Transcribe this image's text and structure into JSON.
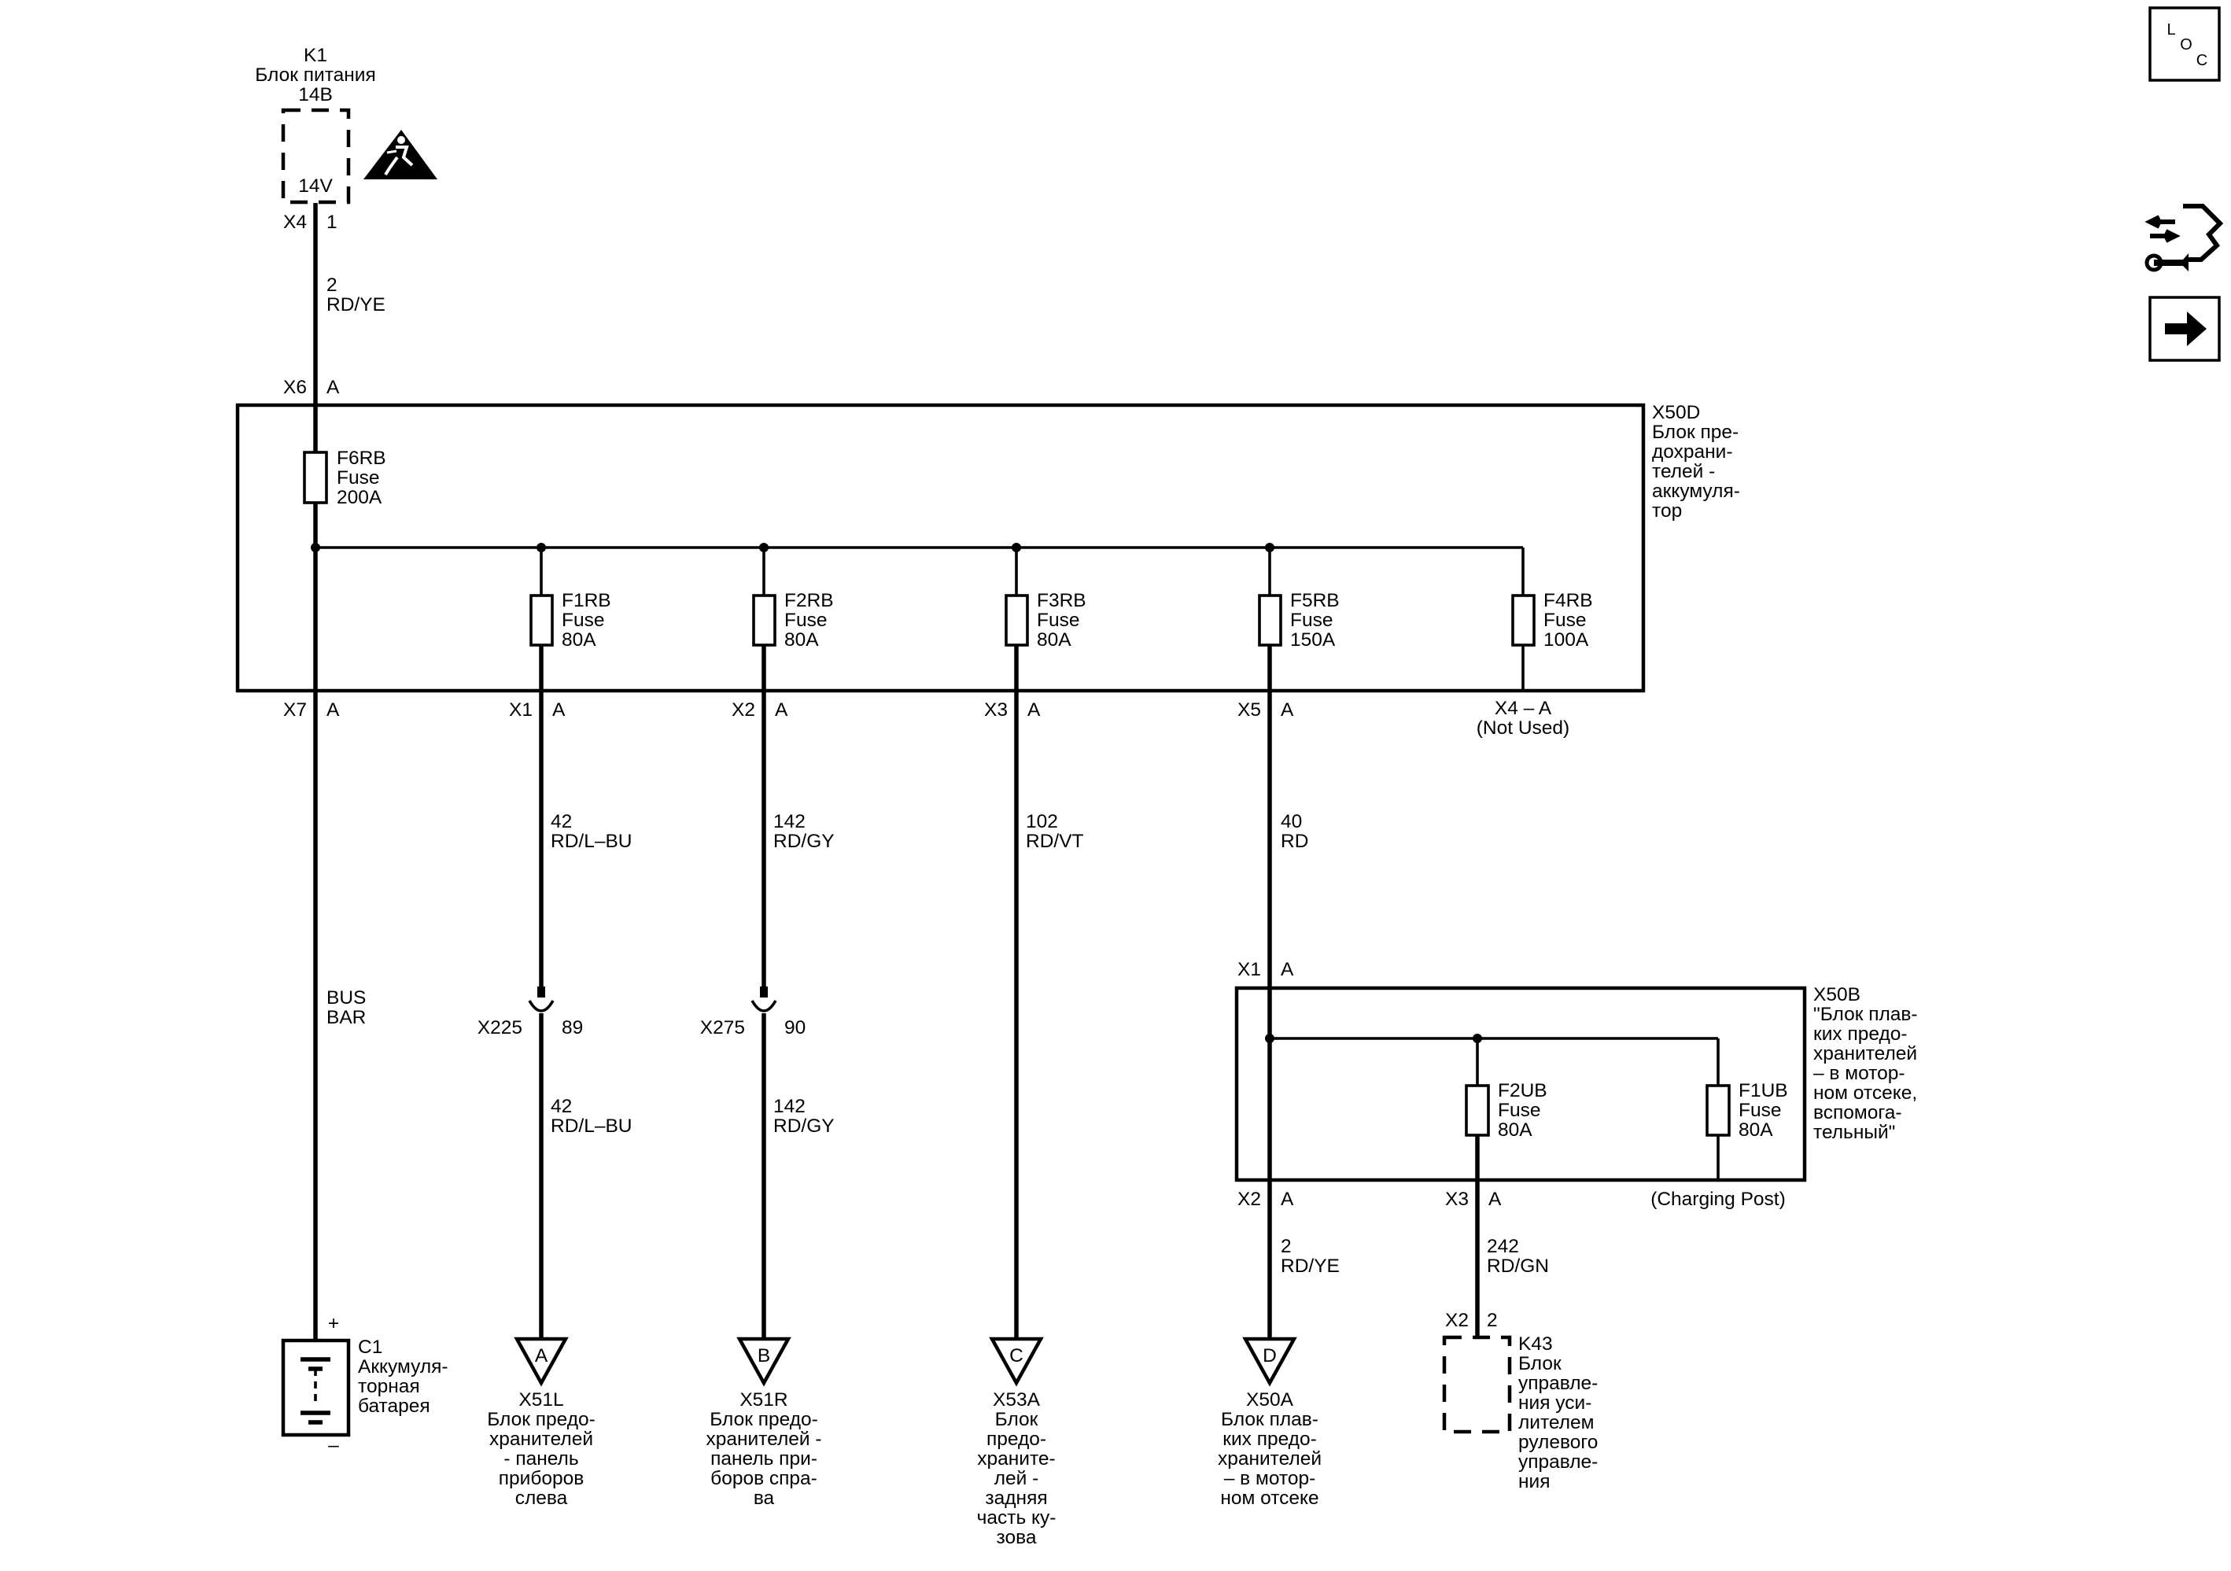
{
  "power_module": {
    "ref": "K1",
    "name": "Блок питания",
    "rating": "14В",
    "inner_label": "14V",
    "connector": "X4",
    "pin": "1"
  },
  "wire_main": {
    "circuit": "2",
    "color": "RD/YE"
  },
  "x50d_in": {
    "connector": "X6",
    "pin": "A"
  },
  "x50d": {
    "ref": "X50D",
    "desc": [
      "Блок пре-",
      "дохрани-",
      "телей -",
      "аккумуля-",
      "тор"
    ]
  },
  "f6rb": {
    "ref": "F6RB",
    "type": "Fuse",
    "rating": "200A"
  },
  "fuses": [
    {
      "ref": "F1RB",
      "type": "Fuse",
      "rating": "80A"
    },
    {
      "ref": "F2RB",
      "type": "Fuse",
      "rating": "80A"
    },
    {
      "ref": "F3RB",
      "type": "Fuse",
      "rating": "80A"
    },
    {
      "ref": "F5RB",
      "type": "Fuse",
      "rating": "150A"
    },
    {
      "ref": "F4RB",
      "type": "Fuse",
      "rating": "100A"
    }
  ],
  "x50d_out": [
    {
      "connector": "X7",
      "pin": "A"
    },
    {
      "connector": "X1",
      "pin": "A"
    },
    {
      "connector": "X2",
      "pin": "A"
    },
    {
      "connector": "X3",
      "pin": "A"
    },
    {
      "connector": "X5",
      "pin": "A"
    }
  ],
  "x4_unused": {
    "label": "X4 – A",
    "note": "(Not Used)"
  },
  "bus_bar": [
    "BUS",
    "BAR"
  ],
  "wires": [
    {
      "circuit": "42",
      "color": "RD/L–BU"
    },
    {
      "circuit": "142",
      "color": "RD/GY"
    },
    {
      "circuit": "102",
      "color": "RD/VT"
    },
    {
      "circuit": "40",
      "color": "RD"
    }
  ],
  "inline_connectors": [
    {
      "ref": "X225",
      "pin": "89",
      "circuit": "42",
      "color": "RD/L–BU"
    },
    {
      "ref": "X275",
      "pin": "90",
      "circuit": "142",
      "color": "RD/GY"
    }
  ],
  "battery": {
    "ref": "C1",
    "desc": [
      "Аккумуля-",
      "торная",
      "батарея"
    ],
    "plus": "+",
    "minus": "–"
  },
  "offpage": [
    {
      "letter": "A",
      "ref": "X51L",
      "desc": [
        "Блок предо-",
        "хранителей",
        "- панель",
        "приборов",
        "слева"
      ]
    },
    {
      "letter": "B",
      "ref": "X51R",
      "desc": [
        "Блок предо-",
        "хранителей -",
        "панель при-",
        "боров спра-",
        "ва"
      ]
    },
    {
      "letter": "C",
      "ref": "X53A",
      "desc": [
        "Блок",
        "предо-",
        "храните-",
        "лей -",
        "задняя",
        "часть ку-",
        "зова"
      ]
    },
    {
      "letter": "D",
      "ref": "X50A",
      "desc": [
        "Блок плав-",
        "ких предо-",
        "хранителей",
        "– в мотор-",
        "ном отсеке"
      ]
    }
  ],
  "x50b_in": {
    "connector": "X1",
    "pin": "A"
  },
  "x50b": {
    "ref": "X50B",
    "desc": [
      "\"Блок плав-",
      "ких предо-",
      "хранителей",
      "– в мотор-",
      "ном отсеке,",
      "вспомога-",
      "тельный\""
    ]
  },
  "x50b_fuses": [
    {
      "ref": "F2UB",
      "type": "Fuse",
      "rating": "80A"
    },
    {
      "ref": "F1UB",
      "type": "Fuse",
      "rating": "80A"
    }
  ],
  "x50b_out": [
    {
      "connector": "X2",
      "pin": "A"
    },
    {
      "connector": "X3",
      "pin": "A"
    }
  ],
  "charging_post": "(Charging Post)",
  "wire_d": {
    "circuit": "2",
    "color": "RD/YE"
  },
  "wire_k43": {
    "circuit": "242",
    "color": "RD/GN"
  },
  "k43": {
    "ref": "K43",
    "connector": "X2",
    "pin": "2",
    "desc": [
      "Блок",
      "управле-",
      "ния уси-",
      "лителем",
      "рулевого",
      "управле-",
      "ния"
    ]
  },
  "nav": {
    "loc_letters": [
      "L",
      "O",
      "C"
    ],
    "loc_icon": "location-view-icon",
    "connector_icon": "connector-wrench-icon",
    "next_icon": "next-arrow-icon"
  }
}
